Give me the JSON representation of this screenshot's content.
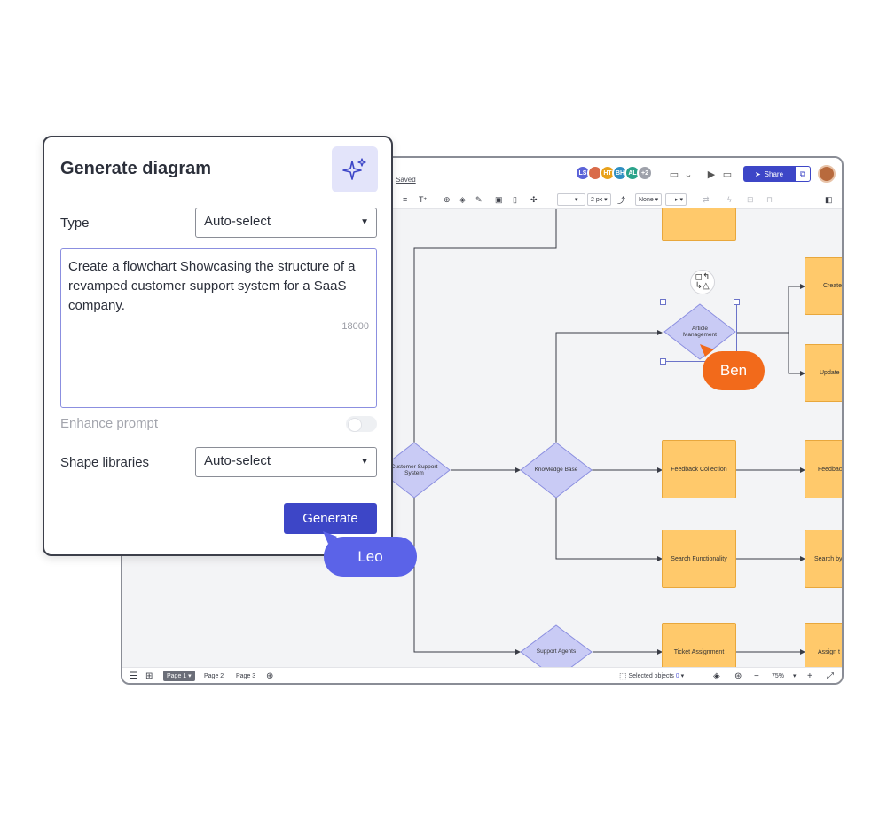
{
  "app": {
    "saved_label": "Saved",
    "collaborators": [
      {
        "initials": "LS",
        "color": "#5b63d8"
      },
      {
        "initials": "",
        "color": "#d96b4a"
      },
      {
        "initials": "HT",
        "color": "#e8a11a"
      },
      {
        "initials": "BH",
        "color": "#2f8fc2"
      },
      {
        "initials": "AL",
        "color": "#2aa38a"
      },
      {
        "initials": "+2",
        "color": "#9ea1aa"
      }
    ],
    "share_label": "Share",
    "toolbar": {
      "font_t": "T",
      "line_width": "2 px",
      "arrow_none": "None"
    },
    "pages": [
      "Page 1",
      "Page 2",
      "Page 3"
    ],
    "selected_objects": "Selected objects",
    "selected_count": "0",
    "zoom": "75%",
    "flowchart": {
      "diamonds": {
        "customer_support": "Customer Support System",
        "knowledge_base": "Knowledge Base",
        "article_management": "Article Management",
        "support_agents": "Support Agents"
      },
      "rects": {
        "create": "Create",
        "update": "Update",
        "feedback_collection": "Feedback Collection",
        "feedback_partial": "Feedbac",
        "search_functionality": "Search Functionality",
        "search_partial": "Search by",
        "ticket_assignment": "Ticket Assignment",
        "assign_partial": "Assign t"
      }
    }
  },
  "cursors": {
    "ben": {
      "name": "Ben",
      "color": "#f26a1b"
    },
    "leo": {
      "name": "Leo",
      "color": "#5b63e8"
    }
  },
  "dialog": {
    "title": "Generate diagram",
    "type_label": "Type",
    "type_value": "Auto-select",
    "prompt_text": "Create a flowchart Showcasing the structure of a revamped customer support system for a SaaS company.",
    "char_counter": "18000",
    "enhance_label": "Enhance prompt",
    "shape_libraries_label": "Shape libraries",
    "shape_libraries_value": "Auto-select",
    "generate_label": "Generate"
  }
}
